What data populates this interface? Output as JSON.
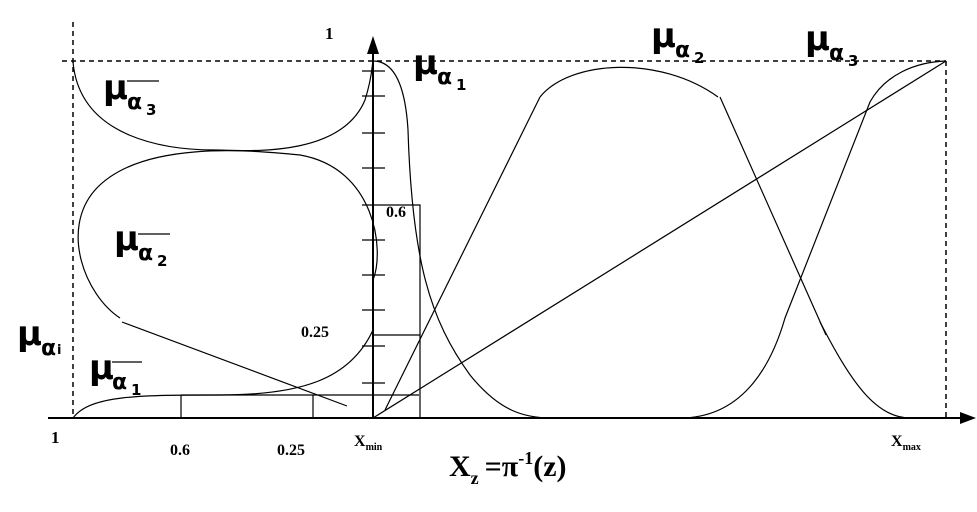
{
  "labels": {
    "one_top": "1",
    "one_left": "1",
    "mu": "μ",
    "alpha": "α",
    "sub_1": "1",
    "sub_2": "2",
    "sub_3": "3",
    "sub_i": "i",
    "v06": "0.6",
    "v025": "0.25",
    "h06": "0.6",
    "h025": "0.25",
    "x_min_main": "X",
    "x_min_sub": "min",
    "x_max_main": "X",
    "x_max_sub": "max",
    "eq_x": "X",
    "eq_x_sub": "z",
    "eq_mid": "=π",
    "eq_exp": "-1",
    "eq_tail": "(z)"
  }
}
